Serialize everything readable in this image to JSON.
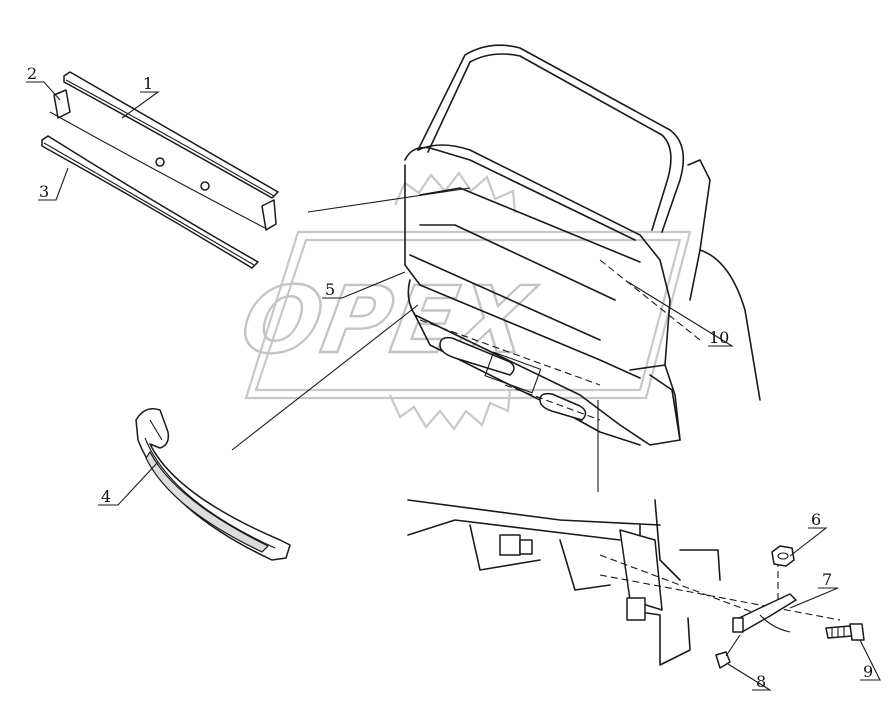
{
  "watermark": {
    "text": "OPEX"
  },
  "callouts": [
    {
      "id": "1",
      "label": "1"
    },
    {
      "id": "2",
      "label": "2"
    },
    {
      "id": "3",
      "label": "3"
    },
    {
      "id": "4",
      "label": "4"
    },
    {
      "id": "5",
      "label": "5"
    },
    {
      "id": "6",
      "label": "6"
    },
    {
      "id": "7",
      "label": "7"
    },
    {
      "id": "8",
      "label": "8"
    },
    {
      "id": "9",
      "label": "9"
    },
    {
      "id": "10",
      "label": "10"
    }
  ],
  "colors": {
    "line": "#1a1a1a",
    "watermark": "#c8c8c8",
    "background": "#ffffff"
  }
}
